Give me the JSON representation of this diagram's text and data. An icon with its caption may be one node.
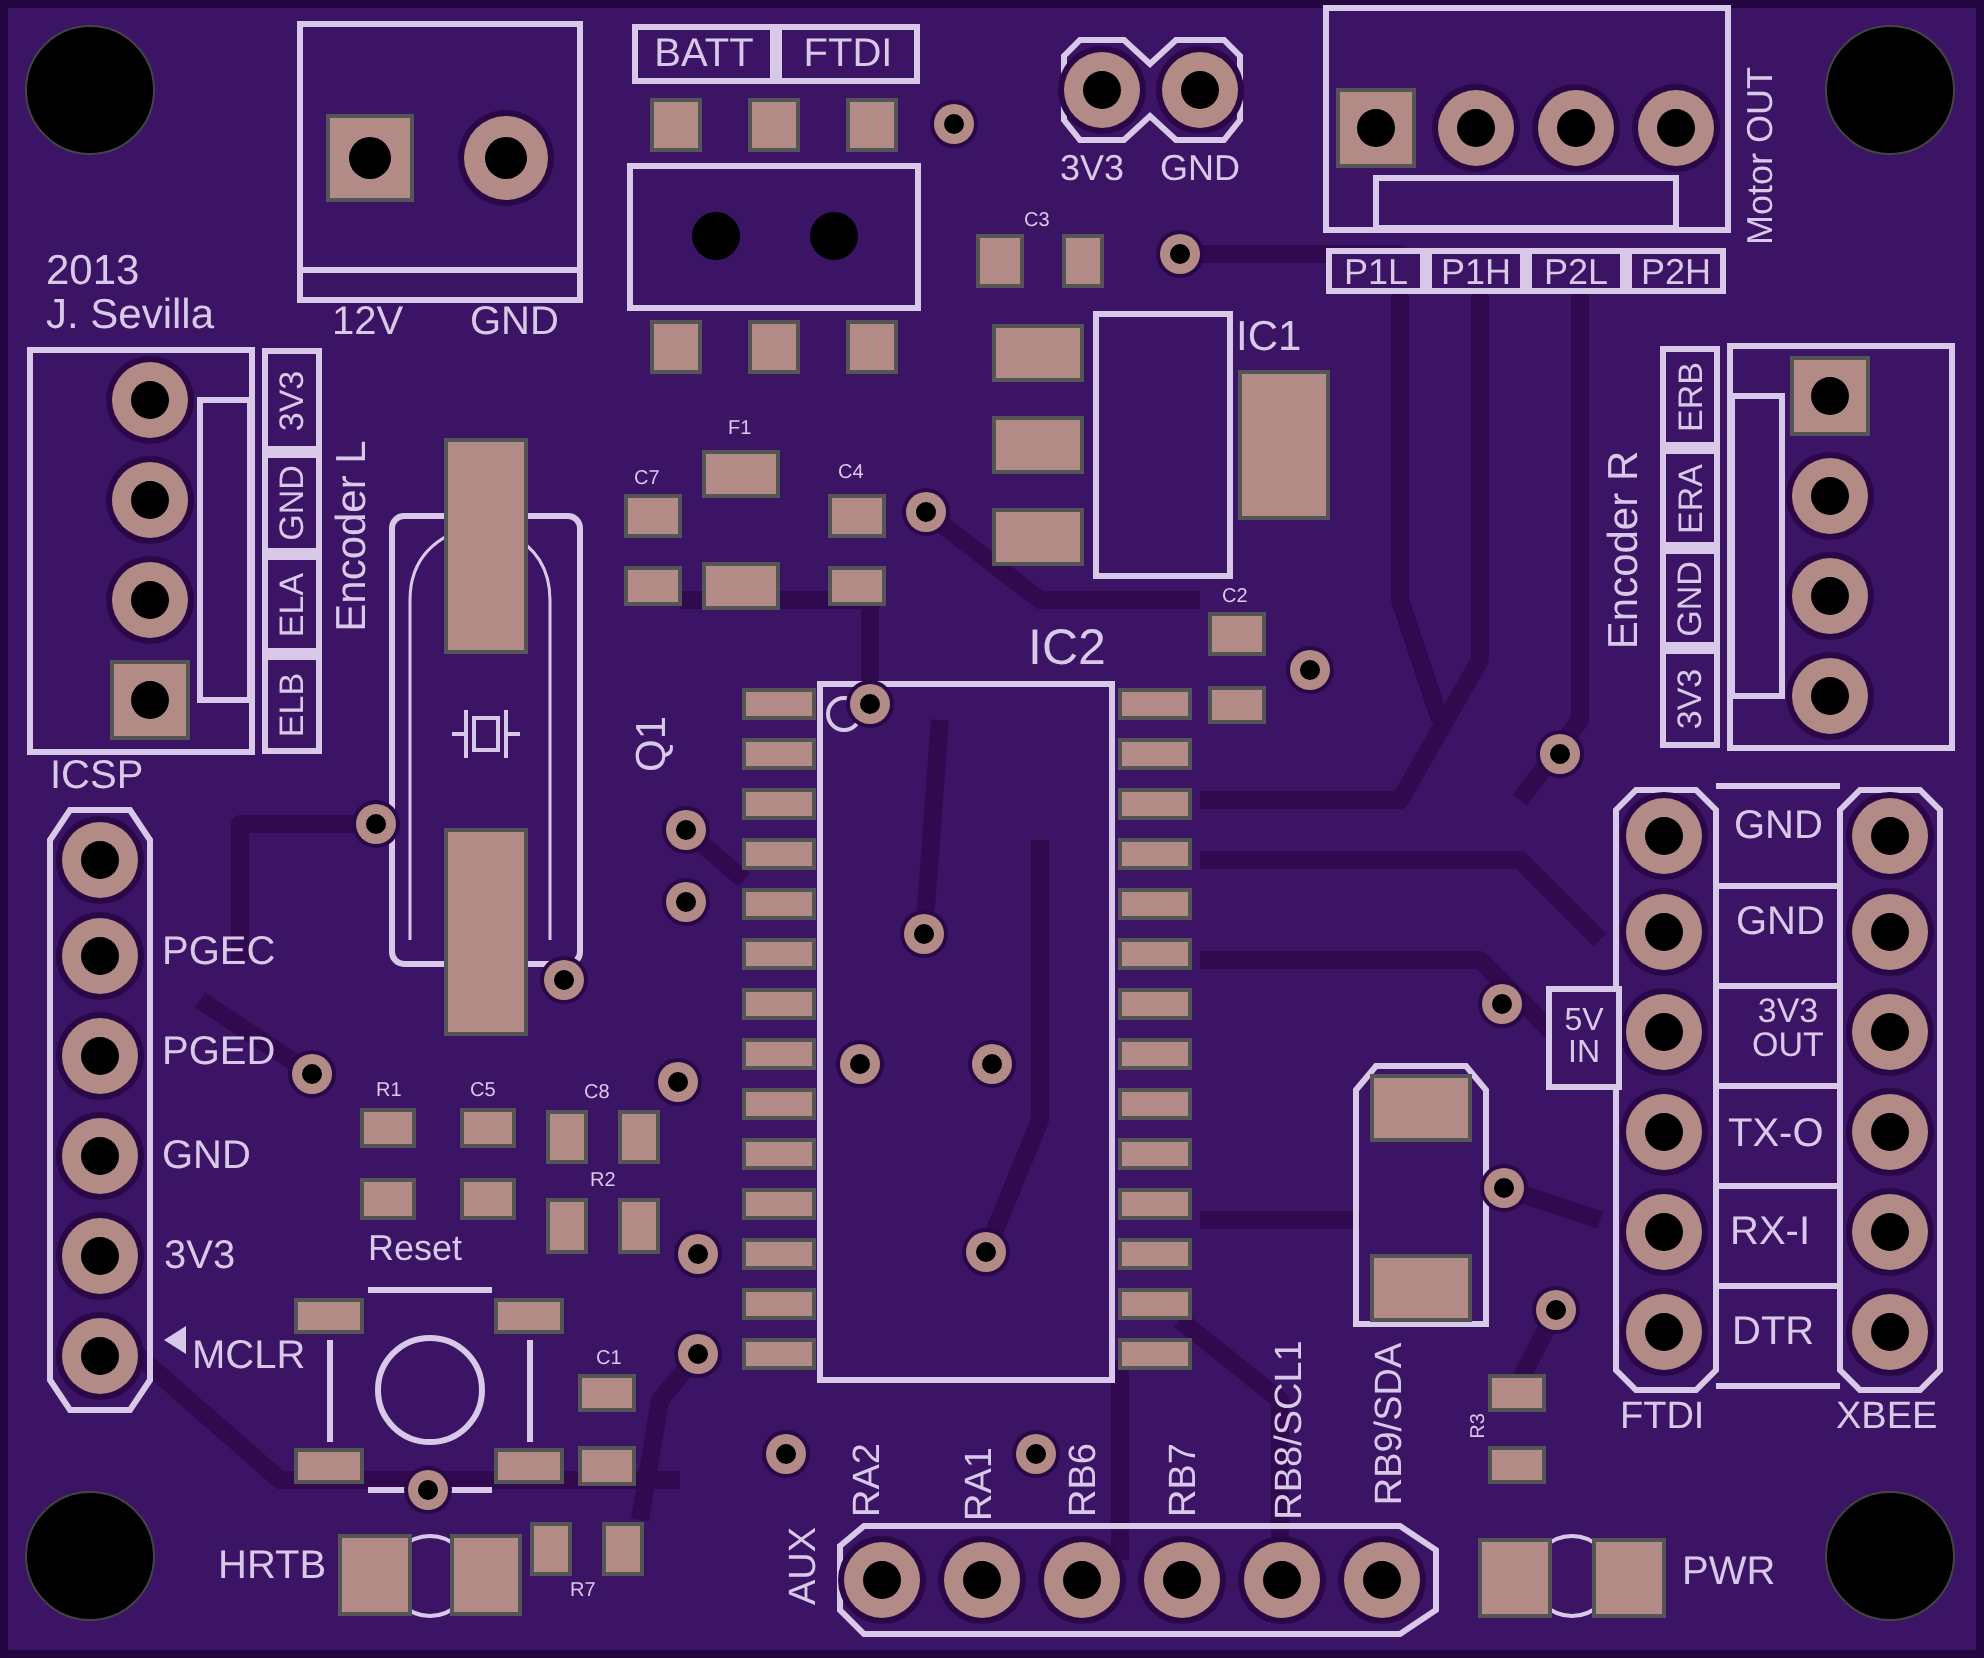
{
  "diagram": {
    "nodes": [
      {
        "text": [
          "BATT"
        ]
      },
      {
        "text": [
          "FTDI"
        ]
      },
      {
        "text": [
          "P1L"
        ]
      },
      {
        "text": [
          "P1H"
        ]
      },
      {
        "text": [
          "P2L"
        ]
      },
      {
        "text": [
          "P2H"
        ]
      },
      {
        "text": [
          "3V3"
        ]
      },
      {
        "text": [
          "GND"
        ]
      },
      {
        "text": [
          "ELA"
        ]
      },
      {
        "text": [
          "ELB"
        ]
      },
      {
        "text": [
          "ERB"
        ]
      },
      {
        "text": [
          "ERA"
        ]
      },
      {
        "text": [
          "GND"
        ]
      },
      {
        "text": [
          "3V3"
        ]
      },
      {
        "text": [
          "5V IN"
        ]
      }
    ],
    "labels": [
      "2013",
      "J. Sevilla",
      "12V",
      "GND",
      "3V3",
      "GND",
      "Motor OUT",
      "C3",
      "IC1",
      "F1",
      "C7",
      "C4",
      "Encoder L",
      "Encoder R",
      "IC2",
      "C2",
      "Q1",
      "ICSP",
      "PGEC",
      "PGED",
      "GND",
      "3V3",
      "MCLR",
      "R1",
      "C5",
      "C8",
      "R2",
      "Reset",
      "C1",
      "GND",
      "GND",
      "3V3 OUT",
      "TX-O",
      "RX-I",
      "DTR",
      "FTDI",
      "XBEE",
      "RA2",
      "RA1",
      "RB6",
      "RB7",
      "RB8/SCL1",
      "RB9/SDA",
      "AUX",
      "R3",
      "HRTB",
      "R7",
      "PWR"
    ]
  }
}
